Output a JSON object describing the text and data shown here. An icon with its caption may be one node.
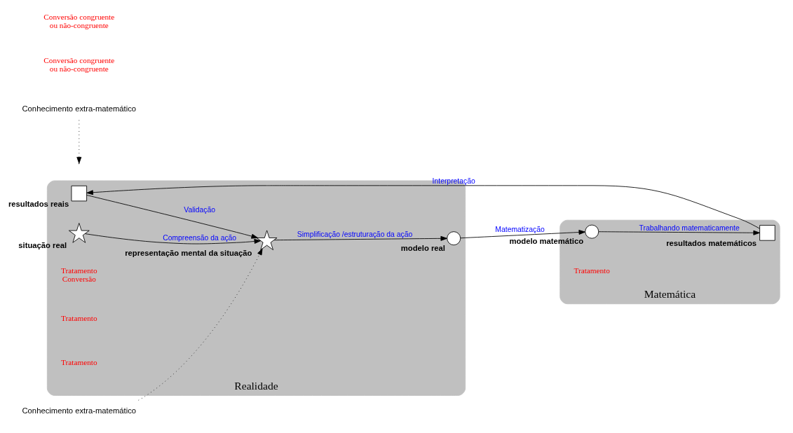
{
  "diagram": {
    "nodes": [
      {
        "text": [
          "Realidade"
        ]
      },
      {
        "text": [
          "Matemática"
        ]
      },
      {
        "text": [],
        "shape": "star",
        "beside": [
          "situação real"
        ],
        "in": 0
      },
      {
        "text": [],
        "shape": "star",
        "beside": [
          "representação mental da situação"
        ],
        "in": 0
      },
      {
        "text": [],
        "shape": "circle",
        "beside": [
          "modelo real"
        ],
        "in": 0
      },
      {
        "text": [],
        "shape": "box",
        "beside": [
          "resultados reais"
        ],
        "in": 0
      },
      {
        "text": [],
        "shape": "circle",
        "beside": [
          "modelo matemático"
        ],
        "in": 1
      },
      {
        "text": [],
        "shape": "box",
        "beside": [
          "resultados matemáticos"
        ],
        "in": 1
      },
      {
        "text": [
          "Conhecimento extra-matemático"
        ]
      },
      {
        "text": [
          "Conhecimento extra-matemático"
        ]
      }
    ],
    "edges": [
      {
        "from": 2,
        "to": 3,
        "arrow": "to",
        "label": "Compreensão da ação"
      },
      {
        "from": 3,
        "to": 4,
        "arrow": "to",
        "label": "Simplificação /estruturação da ação"
      },
      {
        "from": 4,
        "to": 6,
        "arrow": "to",
        "label": "Matematização"
      },
      {
        "from": 6,
        "to": 7,
        "arrow": "to",
        "label": "Trabalhando matematicamente"
      },
      {
        "from": 7,
        "to": 5,
        "arrow": "to",
        "label": "Interpretação"
      },
      {
        "from": 5,
        "to": 3,
        "arrow": "to",
        "label": "Validação"
      },
      {
        "from": 8,
        "to": null,
        "arrow": "to",
        "style": "dashed"
      },
      {
        "from": 9,
        "to": 3,
        "arrow": "to",
        "style": "dashed"
      }
    ],
    "labels": [
      "Conversão congruente ou não-congruente",
      "Tratamento Conversão",
      "Tratamento",
      "Tratamento",
      "Tratamento",
      "Conversão congruente ou não-congruente"
    ]
  }
}
